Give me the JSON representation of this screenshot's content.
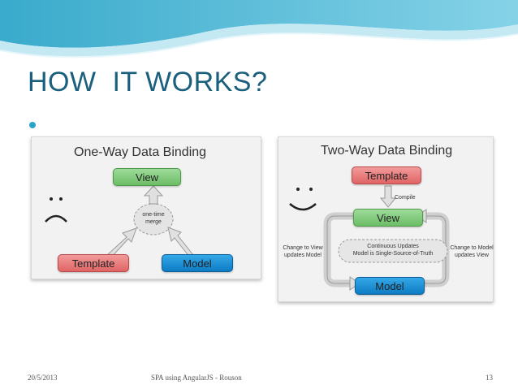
{
  "slide": {
    "title": "HOW  IT WORKS?",
    "colors": {
      "title": "#1b5f7e",
      "accent": "#2aa4c8"
    }
  },
  "one_way": {
    "title": "One-Way Data Binding",
    "view": "View",
    "merge": "one-time\nmerge",
    "template": "Template",
    "model": "Model",
    "face": ": ("
  },
  "two_way": {
    "title": "Two-Way Data Binding",
    "template": "Template",
    "compile": "Compile",
    "view": "View",
    "continuous_line1": "Continuous Updates",
    "continuous_line2": "Model is Single-Source-of-Truth",
    "left_note": "Change to View\nupdates Model",
    "right_note": "Change to Model\nupdates View",
    "model": "Model",
    "face": ": )"
  },
  "footer": {
    "date": "20/5/2013",
    "center": "SPA using AngularJS - Rouson",
    "page": "13"
  }
}
